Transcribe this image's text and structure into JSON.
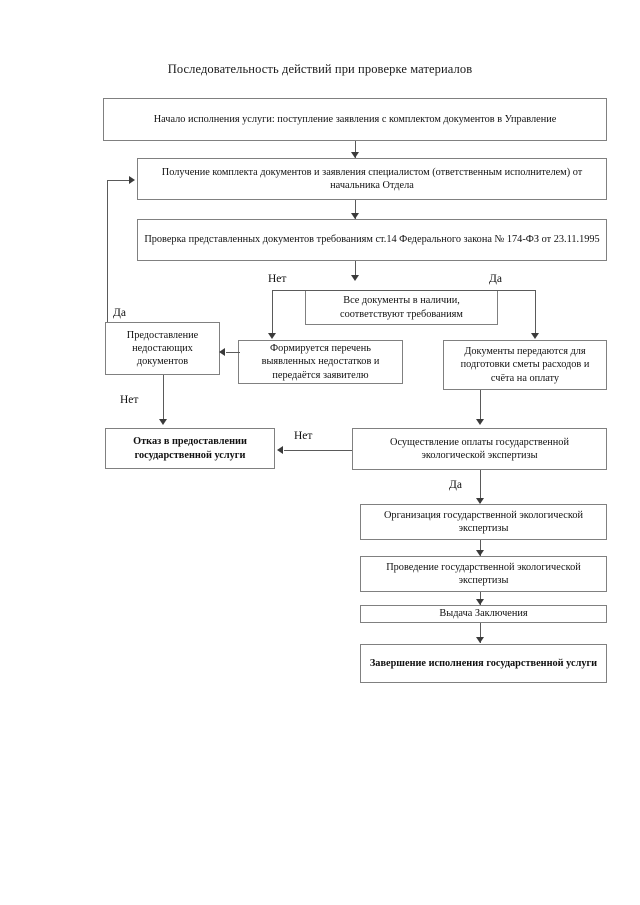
{
  "title": "Последовательность действий при проверке материалов",
  "nodes": {
    "start": "Начало исполнения услуги: поступление заявления с комплектом документов в Управление",
    "receive": "Получение комплекта документов и заявления специалистом (ответственным исполнителем) от начальника Отдела",
    "check": "Проверка представленных документов требованиям ст.14 Федерального закона № 174-ФЗ от 23.11.1995",
    "decision_documents": "Все документы в наличии, соответствуют требованиям",
    "provide_missing": "Предоставление недостающих документов",
    "deficiency_list": "Формируется перечень выявленных недостатков и передаётся заявителю",
    "documents_transferred": "Документы передаются для подготовки сметы расходов и счёта на оплату",
    "refusal": "Отказ в предоставлении государственной услуги",
    "payment": "Осуществление оплаты государственной экологической экспертизы",
    "organization": "Организация государственной экологической экспертизы",
    "conducting": "Проведение государственной экологической экспертизы",
    "issue_conclusion": "Выдача Заключения",
    "completion": "Завершение исполнения государственной услуги"
  },
  "edge_labels": {
    "no_documents": "Нет",
    "yes_documents": "Да",
    "yes_provide": "Да",
    "no_provide": "Нет",
    "no_payment": "Нет",
    "yes_payment": "Да"
  },
  "colors": {
    "box_border": "#808080",
    "connector": "#5a5a5a",
    "text": "#111111",
    "background": "#ffffff"
  }
}
